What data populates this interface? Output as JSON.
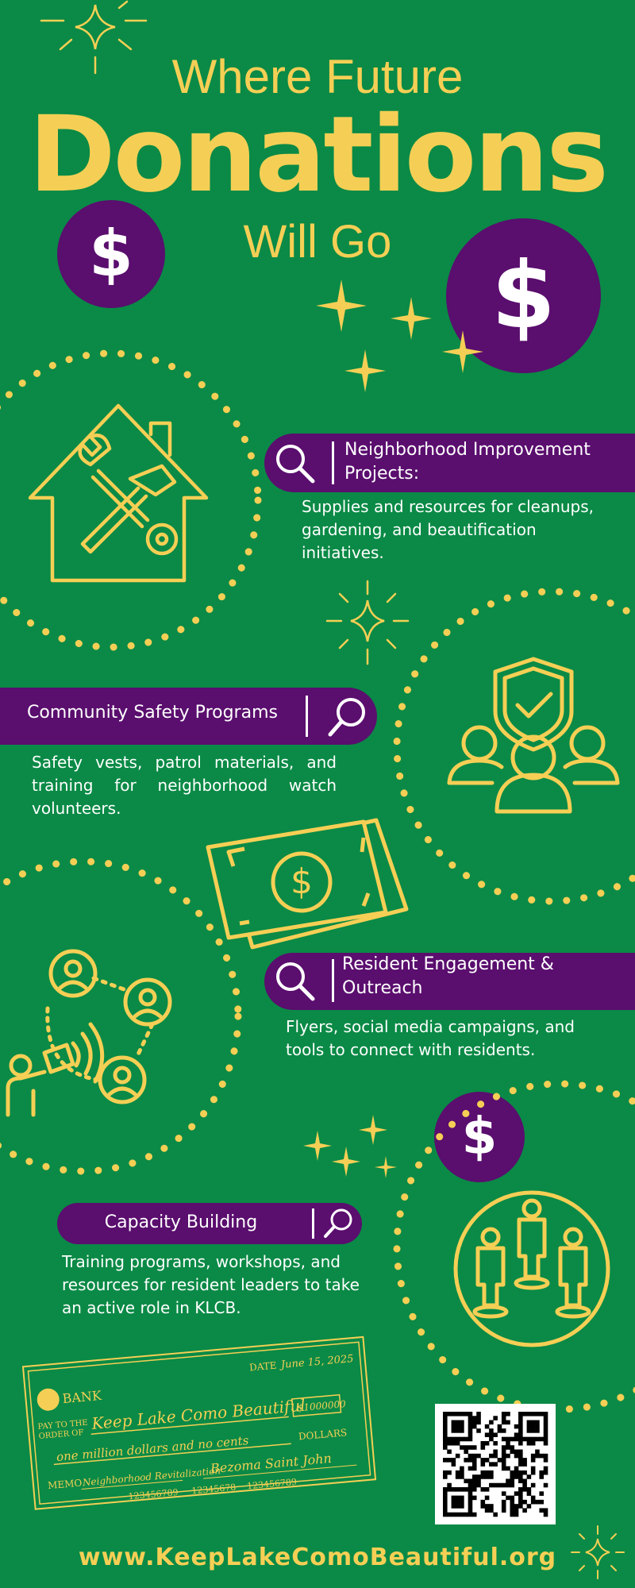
{
  "title": {
    "line1": "Where Future",
    "line2": "Donations",
    "line3": "Will Go"
  },
  "coins": {
    "symbol": "$"
  },
  "sections": [
    {
      "title": "Neighborhood Improvement Projects:",
      "title_line1": "Neighborhood Improvement",
      "title_line2": "Projects:",
      "text": "Supplies and resources for cleanups, gardening, and beautification initiatives.",
      "icon": "house-tools-icon"
    },
    {
      "title": "Community Safety Programs",
      "text": "Safety vests, patrol materials, and training for neighborhood watch volunteers.",
      "icon": "shield-group-icon"
    },
    {
      "title": "Resident Engagement & Outreach",
      "title_line1": "Resident Engagement &",
      "title_line2": "Outreach",
      "text": "Flyers, social media campaigns, and tools to connect with residents.",
      "icon": "megaphone-network-icon"
    },
    {
      "title": "Capacity Building",
      "text": "Training programs, workshops, and resources for resident leaders to take an active role in KLCB.",
      "icon": "leaders-podium-icon"
    }
  ],
  "check": {
    "bank": "BANK",
    "date_label": "DATE",
    "date_value": "June 15, 2025",
    "pay_label_1": "PAY TO THE",
    "pay_label_2": "ORDER OF",
    "payee": "Keep Lake Como Beautiful",
    "amount": "$1000000",
    "amount_words": "one million dollars and no cents",
    "dollars_label": "DOLLARS",
    "memo_label": "MEMO",
    "memo": "Neighborhood Revitalization",
    "signature": "Bezoma Saint John",
    "routing": "123456789",
    "account": "12345678",
    "number": "123456789"
  },
  "website": "www.KeepLakeComoBeautiful.org",
  "colors": {
    "background": "#0a8a46",
    "accent": "#f5cf55",
    "purple": "#5a0e6e",
    "text": "#ffffff"
  }
}
